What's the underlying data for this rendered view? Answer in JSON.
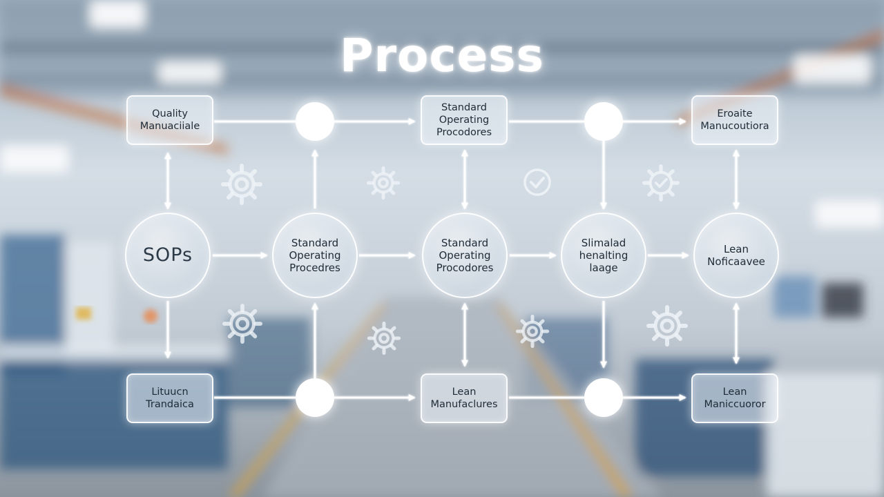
{
  "title": "Process",
  "nodes": {
    "top_left": "Quality\nManuaciiale",
    "top_middle": "Standard\nOperating\nProcodores",
    "top_right": "Eroaite\nManucoutiora",
    "mid_1": "SOPs",
    "mid_2": "Standard\nOperating\nProcedres",
    "mid_3": "Standard\nOperating\nProcodores",
    "mid_4": "Slimalad\nhenalting\nlaage",
    "mid_5": "Lean\nNoficaavee",
    "bottom_left": "Lituucn\nTrandaica",
    "bottom_middle": "Lean\nManufaclures",
    "bottom_right": "Lean\nManiccuoror"
  },
  "icons": {
    "gear": "gear-icon",
    "check": "checkmark-icon",
    "gear_check": "gear-check-icon"
  },
  "colors": {
    "node_border": "#ffffff",
    "connector": "#ffffff",
    "text": "#1e2a36"
  }
}
